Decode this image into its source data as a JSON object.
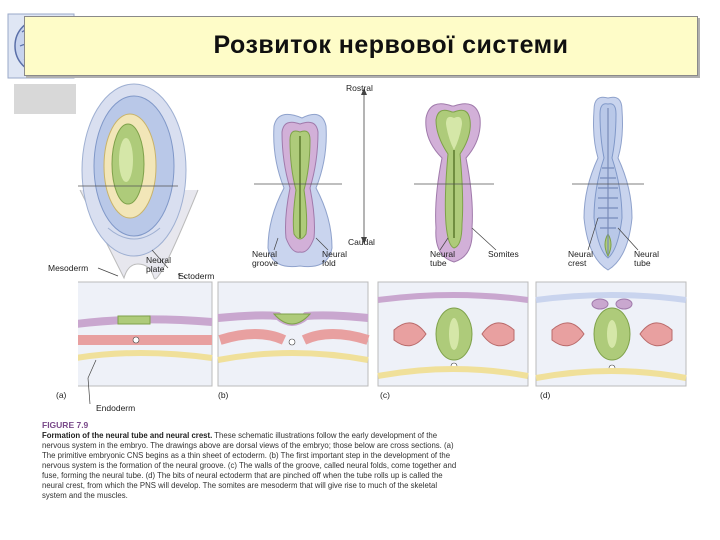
{
  "slide": {
    "title": "Розвиток нервової системи"
  },
  "figure": {
    "labels": {
      "rostral": "Rostral",
      "caudal": "Caudal",
      "mesoderm": "Mesoderm",
      "neural_plate": "Neural\nplate",
      "ectoderm": "Ectoderm",
      "neural_groove": "Neural\ngroove",
      "neural_fold": "Neural\nfold",
      "neural_tube_c": "Neural\ntube",
      "somites": "Somites",
      "neural_crest": "Neural\ncrest",
      "neural_tube_d": "Neural\ntube",
      "endoderm": "Endoderm"
    },
    "panels": [
      "(a)",
      "(b)",
      "(c)",
      "(d)"
    ],
    "caption": {
      "figure_number": "FIGURE 7.9",
      "title": "Formation of the neural tube and neural crest.",
      "body": "These schematic illustrations follow the early development of the nervous system in the embryo. The drawings above are dorsal views of the embryo; those below are cross sections. (a) The primitive embryonic CNS begins as a thin sheet of ectoderm. (b) The first important step in the development of the nervous system is the formation of the neural groove. (c) The walls of the groove, called neural folds, come together and fuse, forming the neural tube. (d) The bits of neural ectoderm that are pinched off when the tube rolls up is called the neural crest, from which the PNS will develop. The somites are mesoderm that will give rise to much of the skeletal system and the muscles."
    }
  },
  "colors": {
    "title_bg": "#fefcc8",
    "ectoderm_blue": "#b9c8e8",
    "neural_plate_green": "#aecb7a",
    "neural_fold_purple": "#c9a7cf",
    "mesoderm_pink": "#e8a0a0",
    "endoderm_yellow": "#f0e09a"
  }
}
